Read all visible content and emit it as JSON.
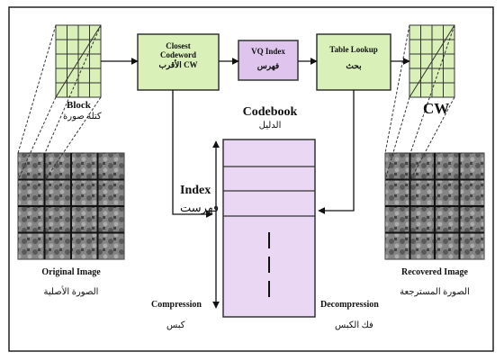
{
  "boxes": {
    "closest_codeword": {
      "line1": "Closest",
      "line2": "Codeword",
      "line3": "الأقرب CW"
    },
    "vq_index": {
      "line1": "VQ Index",
      "line2": "فهرس"
    },
    "table_lookup": {
      "line1": "Table Lookup",
      "line2": "بحث"
    }
  },
  "labels": {
    "block": "Block",
    "block_ar": "كتلة صورة",
    "cw": "CW",
    "codebook": "Codebook",
    "codebook_ar": "الدليل",
    "index": "Index",
    "index_ar": "فهرست",
    "original_image": "Original Image",
    "original_image_ar": "الصورة الأصلية",
    "recovered_image": "Recovered Image",
    "recovered_image_ar": "الصورة المسترجعة",
    "compression": "Compression",
    "compression_ar": "كبس",
    "decompression": "Decompression",
    "decompression_ar": "فك الكبس"
  },
  "colors": {
    "green_box": "#d9f0b8",
    "purple_box": "#dfc5ee",
    "codebook_fill": "#ead7f4",
    "stroke": "#1a1a1a"
  }
}
